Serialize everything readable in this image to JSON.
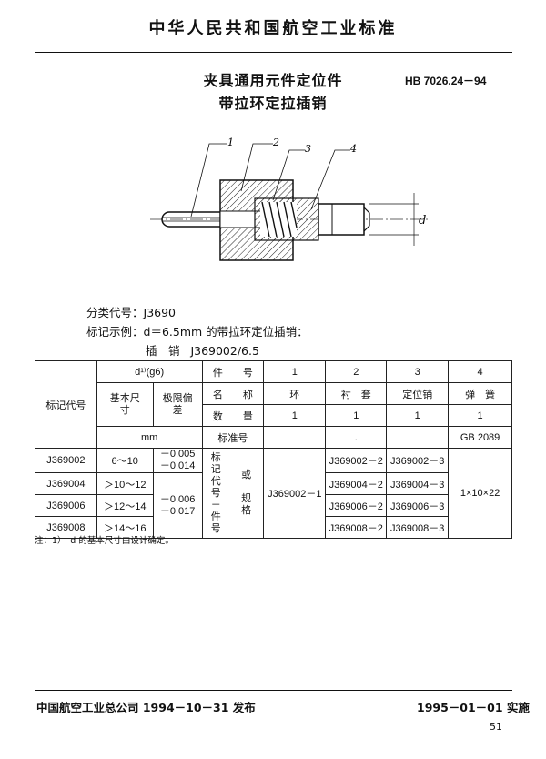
{
  "header": {
    "org_title": "中华人民共和国航空工业标准"
  },
  "title": {
    "line1": "夹具通用元件定位件",
    "line2": "带拉环定拉插销",
    "std_code": "HB 7026.24－94"
  },
  "drawing": {
    "labels": [
      "1",
      "2",
      "3",
      "4"
    ],
    "dim_label": "d"
  },
  "classification": {
    "label": "分类代号：",
    "value": "J3690"
  },
  "marking": {
    "label": "标记示例：",
    "text": "d＝6.5mm 的带拉环定位插销：",
    "example_name": "插　销",
    "example_code": "J369002/6.5"
  },
  "table": {
    "mark_code_header": "标记代号",
    "d_header": "d¹⁾(g6)",
    "basic_size": "基本尺寸",
    "limit_dev": "极限偏差",
    "unit": "mm",
    "row_labels": {
      "part_no": "件　　号",
      "name": "名　　称",
      "qty": "数　　量",
      "std_no": "标准号"
    },
    "side_label_left": "标记代号－件号",
    "side_label_or": "或",
    "side_label_spec": "规格",
    "parts": [
      {
        "no": "1",
        "name": "环",
        "qty": "1",
        "std": ""
      },
      {
        "no": "2",
        "name": "衬　套",
        "qty": "1",
        "std": "."
      },
      {
        "no": "3",
        "name": "定位销",
        "qty": "1",
        "std": ""
      },
      {
        "no": "4",
        "name": "弹　簧",
        "qty": "1",
        "std": "GB 2089"
      }
    ],
    "dev_group1": [
      "－0.005",
      "－0.014"
    ],
    "dev_group2": [
      "－0.006",
      "－0.017"
    ],
    "part1_code": "J369002－1",
    "part4_code": "1×10×22",
    "rows": [
      {
        "code": "J369002",
        "size": "6～10",
        "p2": "J369002－2",
        "p3": "J369002－3"
      },
      {
        "code": "J369004",
        "size": "＞10～12",
        "p2": "J369004－2",
        "p3": "J369004－3"
      },
      {
        "code": "J369006",
        "size": "＞12～14",
        "p2": "J369006－2",
        "p3": "J369006－3"
      },
      {
        "code": "J369008",
        "size": "＞14～16",
        "p2": "J369008－2",
        "p3": "J369008－3"
      }
    ]
  },
  "note": "注：1）　d 的基本尺寸由设计确定。",
  "footer": {
    "publisher": "中国航空工业总公司 1994－10－31 发布",
    "effective": "1995－01－01 实施",
    "page_number": "51"
  }
}
